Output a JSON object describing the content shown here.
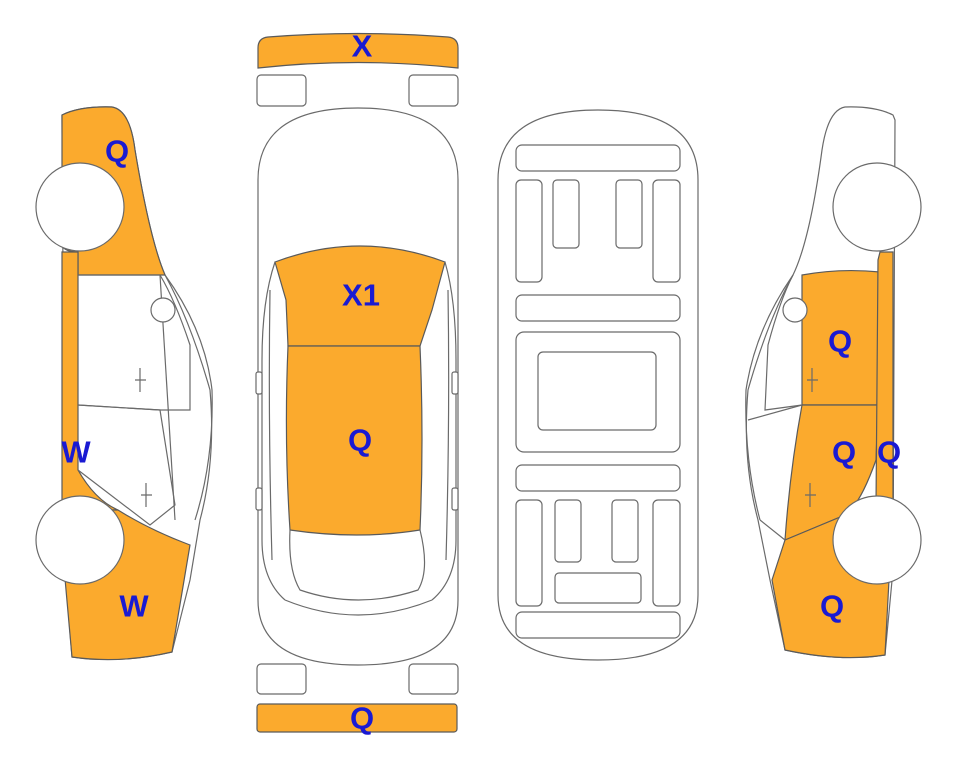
{
  "colors": {
    "damage_fill": "#FBAA2D",
    "label_text": "#1A1AD2",
    "outline": "#6A6A6A",
    "body_fill": "#FFFFFF"
  },
  "parts": {
    "front_bumper": {
      "code": "X",
      "damaged": true
    },
    "hood": {
      "code": "X1",
      "damaged": true
    },
    "roof": {
      "code": "Q",
      "damaged": true
    },
    "rear_bumper": {
      "code": "Q",
      "damaged": true
    },
    "left_front_fender": {
      "code": "Q",
      "damaged": true
    },
    "left_rocker": {
      "code": "W",
      "damaged": true
    },
    "left_rear_quarter": {
      "code": "W",
      "damaged": true
    },
    "right_front_door": {
      "code": "Q",
      "damaged": true
    },
    "right_rear_door": {
      "code": "Q",
      "damaged": true
    },
    "right_rocker": {
      "code": "Q",
      "damaged": true
    },
    "right_rear_quarter": {
      "code": "Q",
      "damaged": true
    }
  }
}
